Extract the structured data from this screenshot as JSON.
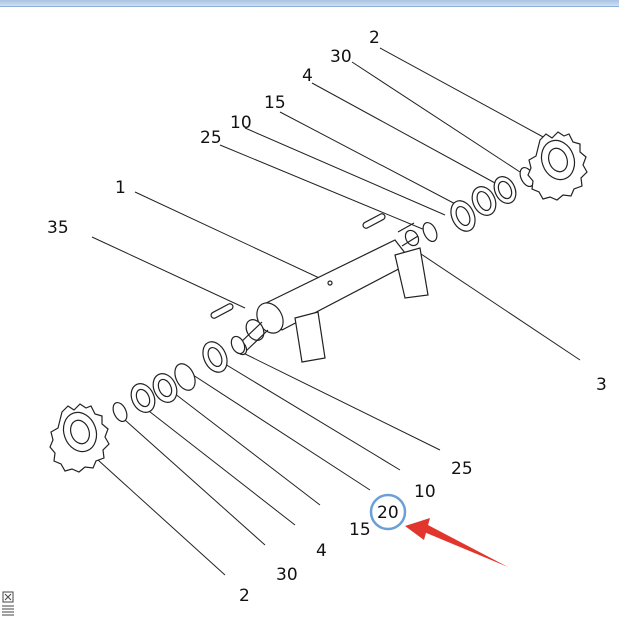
{
  "diagram": {
    "callouts": {
      "top_2": "2",
      "top_30": "30",
      "top_4": "4",
      "top_15": "15",
      "top_10": "10",
      "top_25": "25",
      "shaft_1": "1",
      "pin_35": "35",
      "right_3": "3",
      "bottom_25": "25",
      "bottom_10": "10",
      "highlight_20": "20",
      "bottom_15": "15",
      "bottom_4": "4",
      "bottom_30": "30",
      "bottom_2": "2"
    },
    "highlight_color": "#6b9fd8",
    "arrow_color": "#e2362d"
  }
}
